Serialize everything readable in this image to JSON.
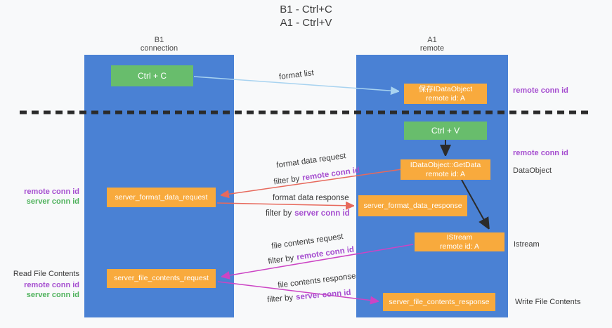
{
  "title": {
    "line1": "B1 - Ctrl+C",
    "line2": "A1 - Ctrl+V"
  },
  "lanes": {
    "left": {
      "title": "B1",
      "subtitle": "connection"
    },
    "right": {
      "title": "A1",
      "subtitle": "remote"
    }
  },
  "nodes": {
    "ctrl_c": {
      "label": "Ctrl + C"
    },
    "ctrl_v": {
      "label": "Ctrl + V"
    },
    "saved_dataobject": {
      "line1": "保存IDataObject",
      "line2": "remote id: A"
    },
    "getdata": {
      "line1": "IDataObject::GetData",
      "line2": "remote id: A"
    },
    "istream": {
      "line1": "IStream",
      "line2": "remote id: A"
    },
    "server_format_data_request": {
      "label": "server_format_data_request"
    },
    "server_format_data_response": {
      "label": "server_format_data_response"
    },
    "server_file_contents_request": {
      "label": "server_file_contents_request"
    },
    "server_file_contents_response": {
      "label": "server_file_contents_response"
    }
  },
  "arrow_labels": {
    "format_list": "format list",
    "format_data_request": "format data request",
    "format_data_response": "format data response",
    "file_contents_request": "file contents request",
    "file_contents_response": "file contents response",
    "filter_by": "filter by",
    "remote_conn_id": "remote conn id",
    "server_conn_id": "server conn id"
  },
  "side_labels": {
    "right_top_remote_conn_id": "remote conn id",
    "right_mid_remote_conn_id": "remote conn id",
    "dataobject": "DataObject",
    "istream": "Istream",
    "write_file_contents": "Write File Contents",
    "left_remote_conn_id": "remote conn id",
    "left_server_conn_id": "server conn id",
    "read_file_contents": "Read File Contents"
  },
  "colors": {
    "lane_blue": "#4a81d4",
    "box_green": "#68bd6c",
    "box_orange": "#f8aa3d",
    "label_purple": "#a64fd0",
    "label_green": "#4fb25c",
    "arrow_red": "#e7695c",
    "arrow_magenta": "#cc44c4",
    "arrow_lightblue": "#a8d3f0",
    "arrow_black": "#2b2b2b",
    "background": "#f8f9fa"
  }
}
